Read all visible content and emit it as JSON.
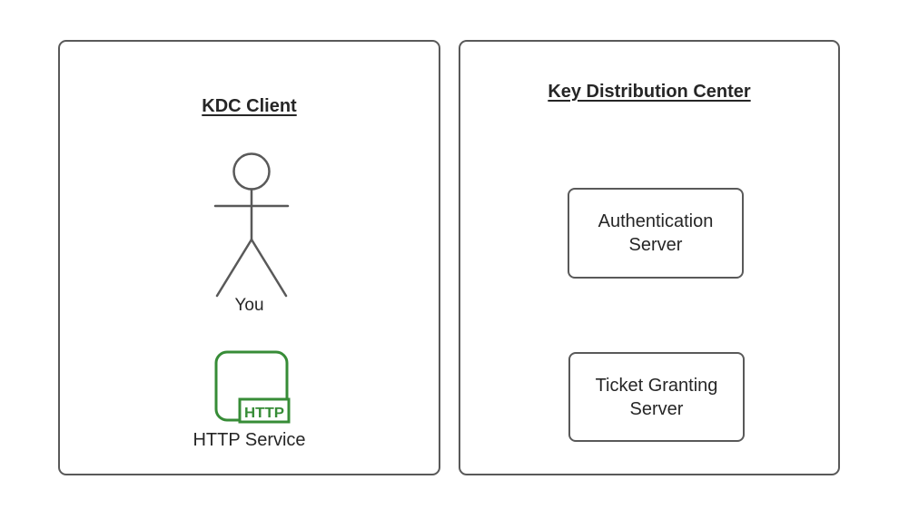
{
  "panels": {
    "client": {
      "title": "KDC Client",
      "actor_label": "You",
      "service_label": "HTTP Service",
      "service_badge": "HTTP"
    },
    "kdc": {
      "title": "Key Distribution Center",
      "boxes": [
        {
          "label": "Authentication Server"
        },
        {
          "label": "Ticket Granting Server"
        }
      ]
    }
  },
  "icons": {
    "actor": "stick-figure-icon",
    "service": "http-service-icon"
  },
  "colors": {
    "panel_stroke": "#595959",
    "text": "#262626",
    "service_green": "#378c37",
    "background": "#ffffff"
  }
}
